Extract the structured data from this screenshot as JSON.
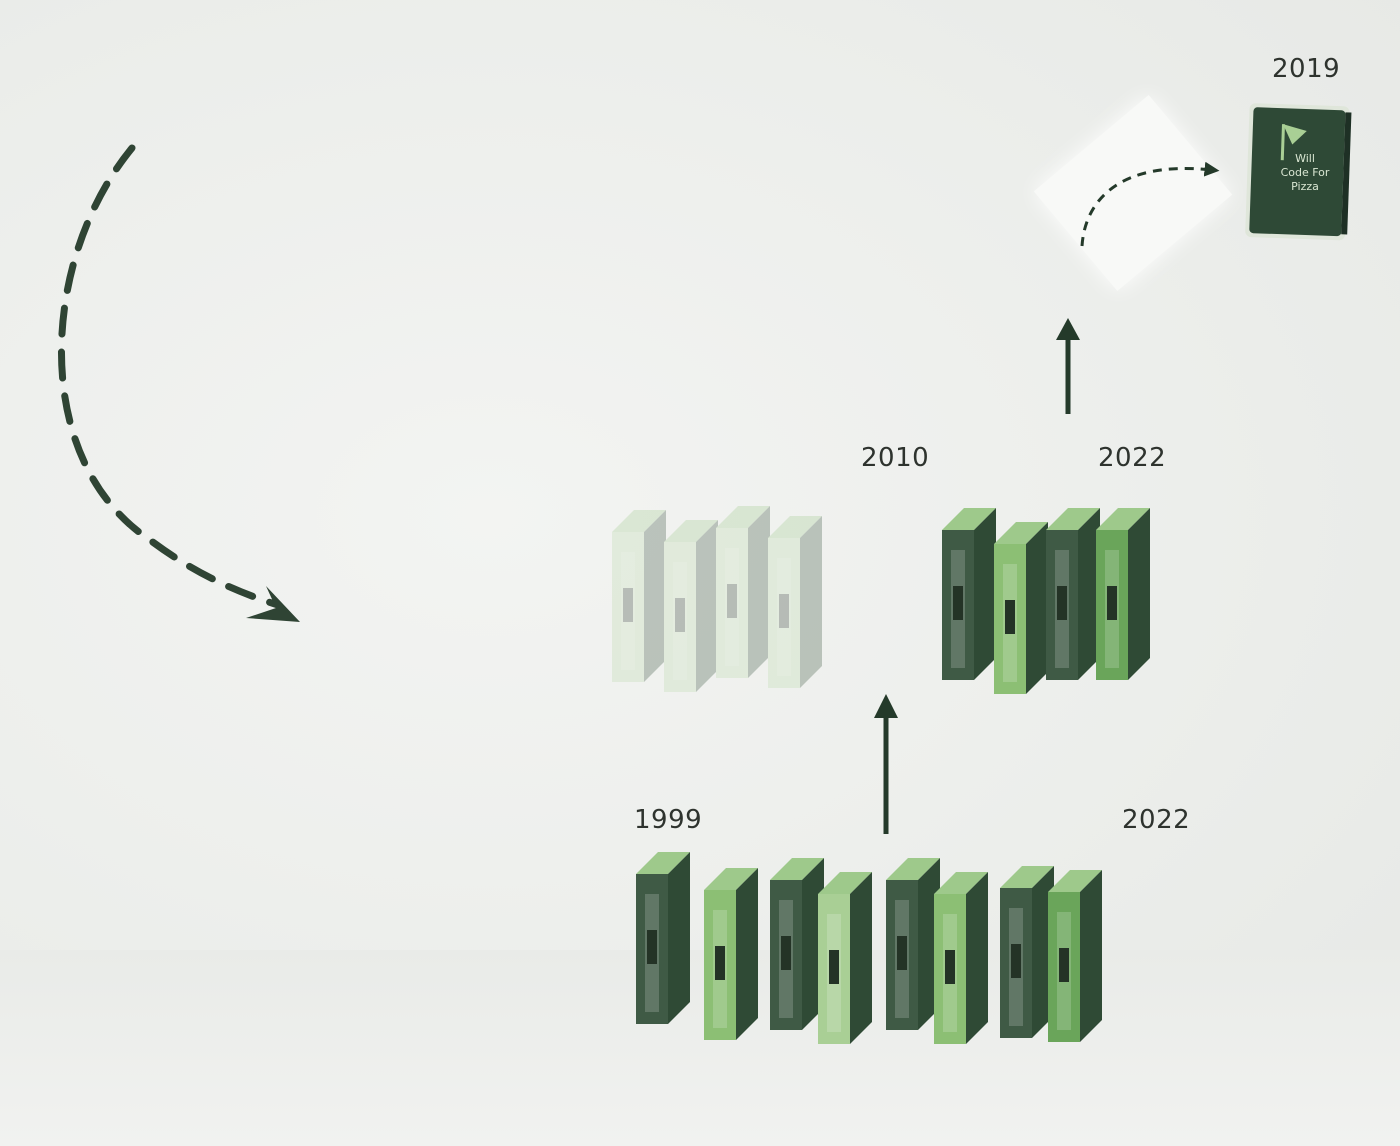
{
  "labels": {
    "book_year": "2019",
    "shelf_left_year": "2010",
    "shelf_right_year": "2022",
    "base_left_year": "1999",
    "base_right_year": "2022"
  },
  "book_cover": {
    "line1": "Will",
    "line2": "Code For",
    "line3": "Pizza",
    "icon": "pizza-slice-icon"
  },
  "colors": {
    "dark_green": "#3f5a45",
    "mid_green": "#6aa55a",
    "light_green": "#a9cf95",
    "spine_black": "#243326",
    "arrow": "#243a2a"
  }
}
